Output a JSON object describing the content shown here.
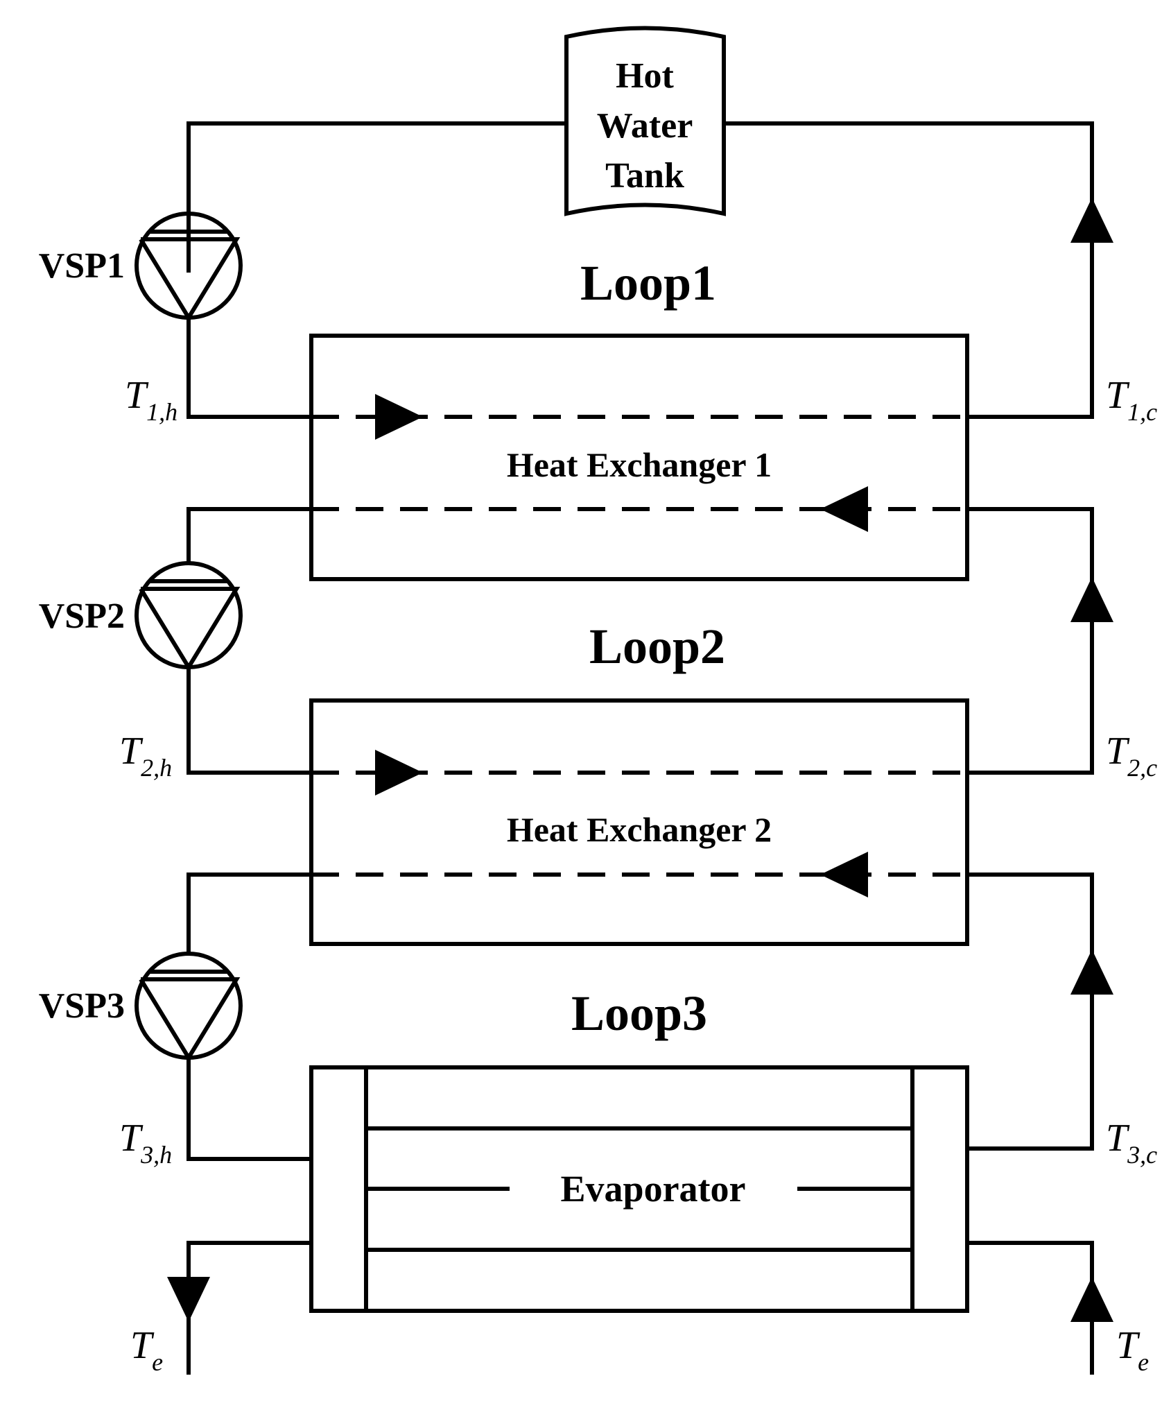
{
  "tank": {
    "lines": [
      "Hot",
      "Water",
      "Tank"
    ]
  },
  "pumps": [
    "VSP1",
    "VSP2",
    "VSP3"
  ],
  "loops": [
    "Loop1",
    "Loop2",
    "Loop3"
  ],
  "exchangers": [
    "Heat Exchanger 1",
    "Heat Exchanger 2"
  ],
  "evaporator": "Evaporator",
  "temperatures": {
    "t1h": {
      "sym": "T",
      "sub": "1,h"
    },
    "t1c": {
      "sym": "T",
      "sub": "1,c"
    },
    "t2h": {
      "sym": "T",
      "sub": "2,h"
    },
    "t2c": {
      "sym": "T",
      "sub": "2,c"
    },
    "t3h": {
      "sym": "T",
      "sub": "3,h"
    },
    "t3c": {
      "sym": "T",
      "sub": "3,c"
    },
    "te_left": {
      "sym": "T",
      "sub": "e"
    },
    "te_right": {
      "sym": "T",
      "sub": "e"
    }
  }
}
